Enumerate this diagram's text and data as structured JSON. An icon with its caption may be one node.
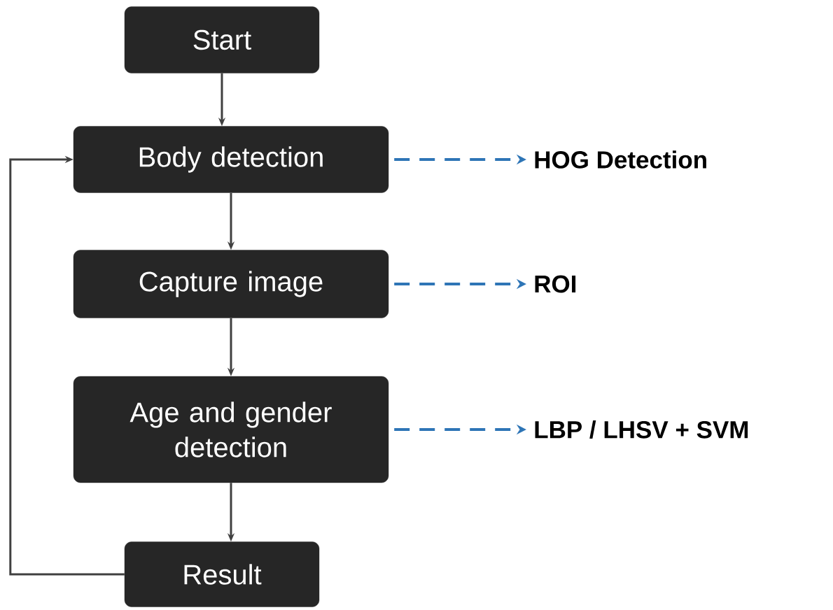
{
  "diagram": {
    "nodes": [
      {
        "text": [
          "Start"
        ]
      },
      {
        "text": [
          "Body detection"
        ]
      },
      {
        "text": [
          "Capture image"
        ]
      },
      {
        "text": [
          "Age and gender detection"
        ]
      },
      {
        "text": [
          "Result"
        ]
      },
      {
        "text": [
          "HOG Detection"
        ]
      },
      {
        "text": [
          "ROI"
        ]
      },
      {
        "text": [
          "LBP / LHSV + SVM"
        ]
      }
    ],
    "edges": [
      {
        "from": 0,
        "to": 1,
        "arrow": "to"
      },
      {
        "from": 1,
        "to": 2,
        "arrow": "to"
      },
      {
        "from": 2,
        "to": 3,
        "arrow": "to"
      },
      {
        "from": 3,
        "to": 4,
        "arrow": "to"
      },
      {
        "from": 4,
        "to": 1,
        "arrow": "to"
      },
      {
        "from": 1,
        "to": 5,
        "arrow": "to",
        "style": "dashed",
        "color": "#2e75b6"
      },
      {
        "from": 2,
        "to": 6,
        "arrow": "to",
        "style": "dashed",
        "color": "#2e75b6"
      },
      {
        "from": 3,
        "to": 7,
        "arrow": "to",
        "style": "dashed",
        "color": "#2e75b6"
      }
    ]
  }
}
